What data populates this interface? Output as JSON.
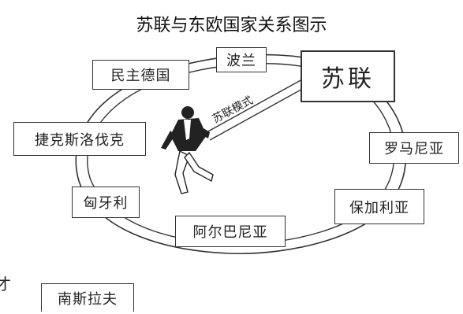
{
  "title": "苏联与东欧国家关系图示",
  "center": "苏联",
  "link_label": "苏联模式",
  "countries": {
    "east_germany": "民主德国",
    "poland": "波兰",
    "czechoslovakia": "捷克斯洛伐克",
    "romania": "罗马尼亚",
    "hungary": "匈牙利",
    "bulgaria": "保加利亚",
    "albania": "阿尔巴尼亚",
    "yugoslavia": "南斯拉夫"
  },
  "edge_fragment": "才",
  "icons": {
    "figure": "person-pulling-icon"
  }
}
